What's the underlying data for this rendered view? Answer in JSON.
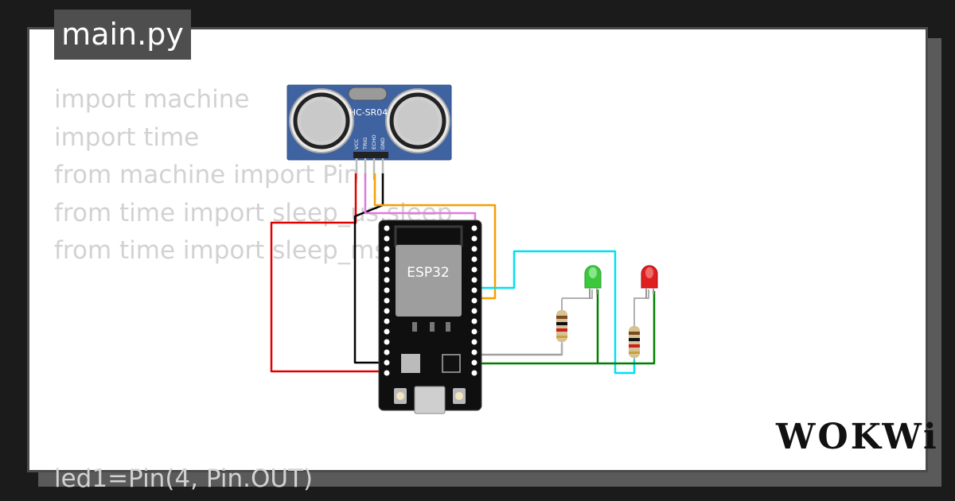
{
  "tab": {
    "filename": "main.py"
  },
  "code": {
    "lines": [
      "import machine",
      "import time",
      "from machine import Pin",
      "from time import sleep_us,sleep",
      "from time import sleep_ms,ticks"
    ],
    "partial_bottom_line": "led1=Pin(4, Pin.OUT)"
  },
  "circuit": {
    "sensor_label": "HC-SR04",
    "sensor_pins": [
      "VCC",
      "TRIG",
      "ECHO",
      "GND"
    ],
    "board_label": "ESP32",
    "wire_colors": {
      "vcc": "#e00000",
      "trig": "#e07ae0",
      "echo": "#f5a000",
      "gnd": "#000000",
      "led_signal": "#00e0f0",
      "resistor_link": "#a0a0a0",
      "ground_return": "#008000"
    },
    "leds": [
      {
        "name": "green-led",
        "color": "#3cc83c"
      },
      {
        "name": "red-led",
        "color": "#e02020"
      }
    ]
  },
  "brand": {
    "logo_text": "WOKWi"
  }
}
